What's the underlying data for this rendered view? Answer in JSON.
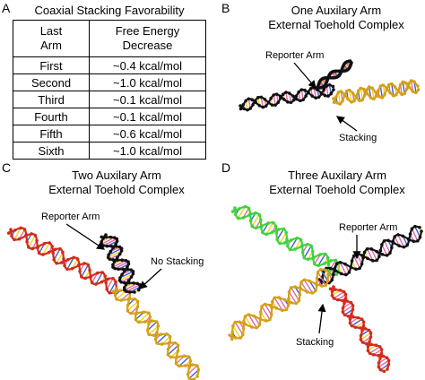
{
  "panels": {
    "A": {
      "letter": "A",
      "title": "Coaxial Stacking Favorability",
      "table": {
        "col1_header": [
          "Last",
          "Arm"
        ],
        "col2_header": [
          "Free Energy",
          "Decrease"
        ],
        "rows": [
          {
            "arm": "First",
            "energy": "~0.4 kcal/mol"
          },
          {
            "arm": "Second",
            "energy": "~1.0 kcal/mol"
          },
          {
            "arm": "Third",
            "energy": "~0.1 kcal/mol"
          },
          {
            "arm": "Fourth",
            "energy": "~0.1 kcal/mol"
          },
          {
            "arm": "Fifth",
            "energy": "~0.6 kcal/mol"
          },
          {
            "arm": "Sixth",
            "energy": "~1.0 kcal/mol"
          }
        ]
      }
    },
    "B": {
      "letter": "B",
      "title_line1": "One Auxilary Arm",
      "title_line2": "External Toehold Complex",
      "label_reporter": "Reporter Arm",
      "label_stacking": "Stacking"
    },
    "C": {
      "letter": "C",
      "title_line1": "Two Auxilary Arm",
      "title_line2": "External Toehold Complex",
      "label_reporter": "Reporter Arm",
      "label_nostacking": "No Stacking"
    },
    "D": {
      "letter": "D",
      "title_line1": "Three Auxilary Arm",
      "title_line2": "External Toehold Complex",
      "label_reporter": "Reporter Arm",
      "label_stacking": "Stacking"
    }
  },
  "colors": {
    "black_strand": "#111111",
    "gold_strand": "#d4a017",
    "red_strand": "#d42a1a",
    "green_strand": "#3fd43a",
    "base_pink": "#e06aa8",
    "base_blue": "#4060c8",
    "base_yellow": "#f2d21e"
  }
}
